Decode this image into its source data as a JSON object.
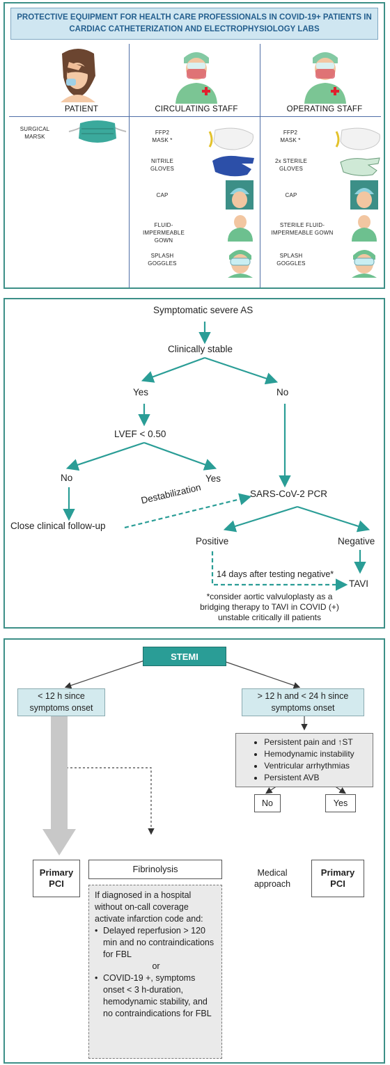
{
  "ppe_panel": {
    "title": "PROTECTIVE EQUIPMENT FOR HEALTH CARE PROFESSIONALS IN COVID-19+ PATIENTS IN CARDIAC CATHETERIZATION AND ELECTROPHYSIOLOGY LABS",
    "columns": [
      {
        "header": "PATIENT",
        "items": [
          {
            "label": "SURGICAL\nMARSK",
            "icon": "surgical-mask-icon"
          }
        ]
      },
      {
        "header": "CIRCULATING STAFF",
        "items": [
          {
            "label": "FFP2\nMASK *",
            "icon": "ffp2-mask-icon"
          },
          {
            "label": "NITRILE\nGLOVES",
            "icon": "nitrile-gloves-icon"
          },
          {
            "label": "CAP",
            "icon": "cap-icon"
          },
          {
            "label": "FLUID-IMPERMEABLE\nGOWN",
            "icon": "gown-icon"
          },
          {
            "label": "SPLASH\nGOGGLES",
            "icon": "goggles-icon"
          }
        ]
      },
      {
        "header": "OPERATING STAFF",
        "items": [
          {
            "label": "FFP2\nMASK *",
            "icon": "ffp2-mask-icon"
          },
          {
            "label": "2x STERILE\nGLOVES",
            "icon": "sterile-gloves-icon"
          },
          {
            "label": "CAP",
            "icon": "cap-icon"
          },
          {
            "label": "STERILE FLUID-\nIMPERMEABLE GOWN",
            "icon": "gown-icon"
          },
          {
            "label": "SPLASH\nGOGGLES",
            "icon": "goggles-icon"
          }
        ]
      }
    ],
    "colors": {
      "border": "#3c8f87",
      "title_bg": "#cfe6f1",
      "title_text": "#245f8e",
      "grid": "#4f6ea6"
    }
  },
  "as_panel": {
    "nodes": {
      "start": "Symptomatic severe AS",
      "stable": "Clinically stable",
      "yes": "Yes",
      "no": "No",
      "lvef": "LVEF < 0.50",
      "lvef_no": "No",
      "lvef_yes": "Yes",
      "followup": "Close clinical follow-up",
      "destab": "Destabilization",
      "pcr": "SARS-CoV-2 PCR",
      "positive": "Positive",
      "negative": "Negative",
      "wait": "14 days after testing negative*",
      "tavi": "TAVI"
    },
    "footnote": [
      "*consider aortic valvuloplasty as a",
      "bridging therapy to TAVI in COVID (+)",
      "unstable critically ill patients"
    ],
    "colors": {
      "arrow": "#2a9d96"
    }
  },
  "stemi_panel": {
    "stemi": "STEMI",
    "lt12": "< 12 h since\nsymptoms onset",
    "gt12": "> 12 h and < 24 h since\nsymptoms onset",
    "criteria": [
      "Persistent pain and ↑ST",
      "Hemodynamic instability",
      "Ventricular arrhythmias",
      "Persistent AVB"
    ],
    "no": "No",
    "yes": "Yes",
    "medical": "Medical\napproach",
    "primary_pci_left": "Primary\nPCI",
    "primary_pci_right": "Primary\nPCI",
    "fibrinolysis": "Fibrinolysis",
    "fbl_intro": "If diagnosed in a hospital without on-call coverage activate infarction code and:",
    "fbl_bullet1": "Delayed reperfusion > 120 min and no contraindications for FBL",
    "fbl_or": "or",
    "fbl_bullet2": "COVID-19 +, symptoms onset < 3 h-duration, hemodynamic stability, and no contraindications for FBL",
    "colors": {
      "stemi_bg": "#2a9d96",
      "symptom_bg": "#d3eaee",
      "gray": "#eaeaea"
    }
  }
}
